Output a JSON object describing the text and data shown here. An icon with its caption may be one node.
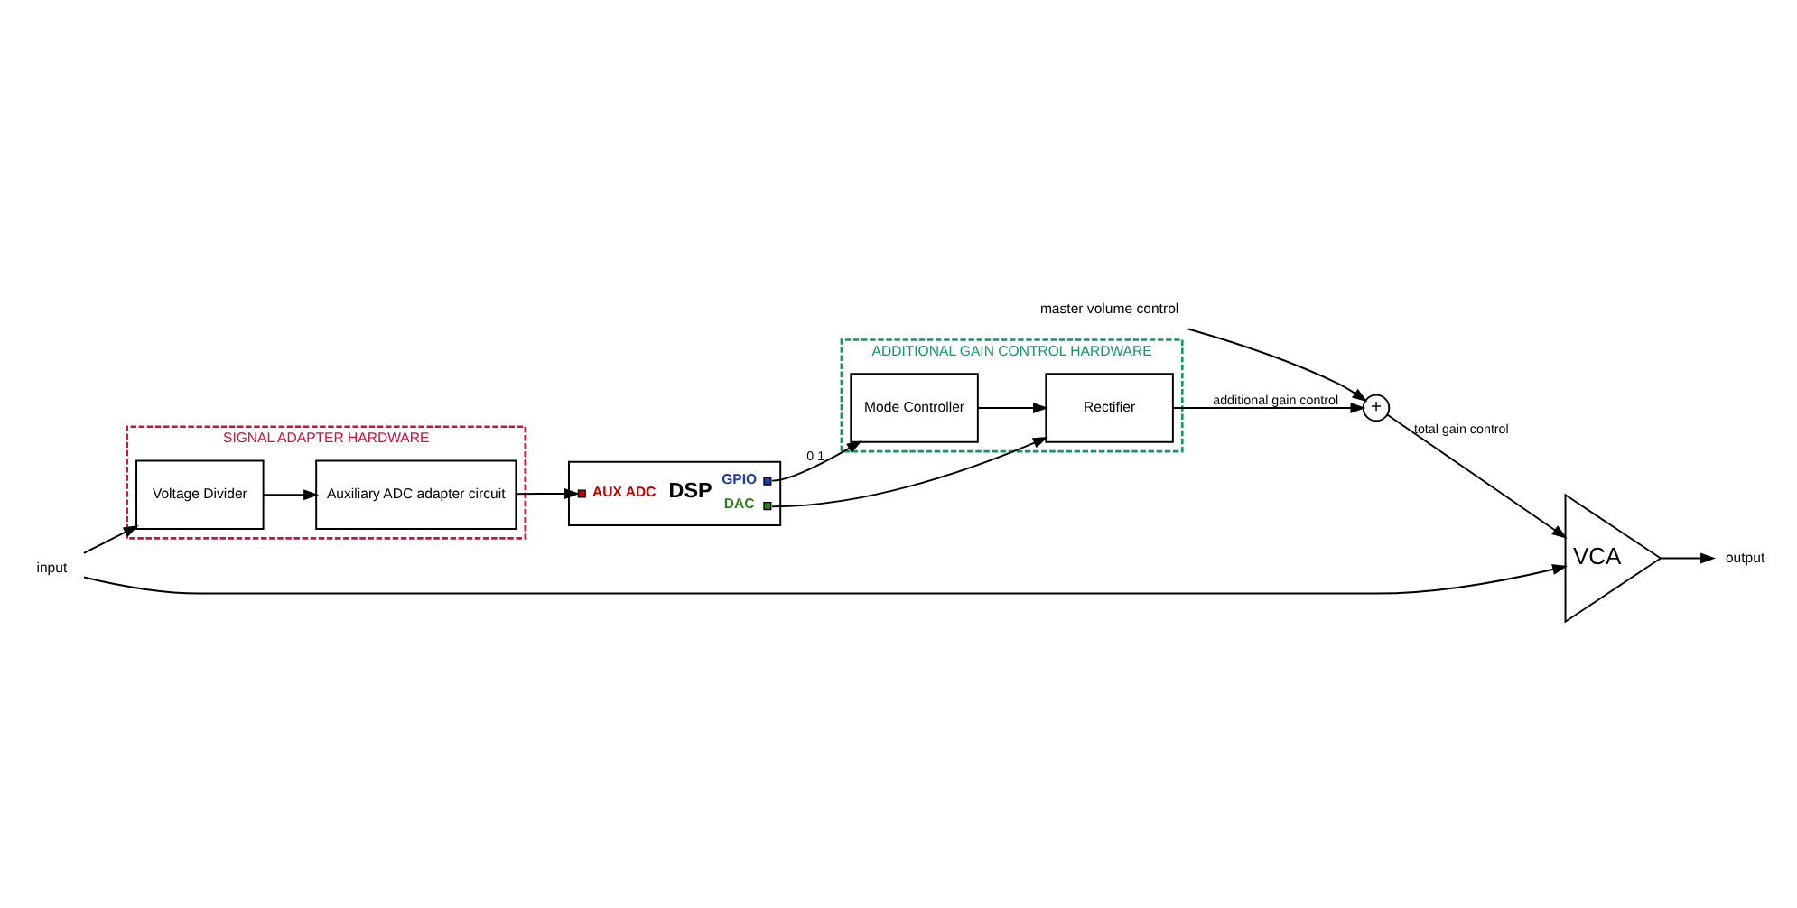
{
  "diagram": {
    "nodes": [
      {
        "text": [
          "SIGNAL ADAPTER HARDWARE"
        ]
      },
      {
        "text": [
          "Voltage Divider"
        ],
        "in": 0
      },
      {
        "text": [
          "Auxiliary ADC adapter circuit"
        ],
        "in": 0
      },
      {
        "text": [
          "AUX ADC",
          "DSP",
          "GPIO",
          "DAC"
        ]
      },
      {
        "text": [
          "ADDITIONAL GAIN CONTROL HARDWARE"
        ]
      },
      {
        "text": [
          "Mode Controller"
        ],
        "in": 4
      },
      {
        "text": [
          "Rectifier"
        ],
        "in": 4
      },
      {
        "text": [
          "master volume control"
        ]
      },
      {
        "text": [
          "+"
        ]
      },
      {
        "text": [
          "VCA"
        ]
      },
      {
        "text": [
          "input"
        ]
      },
      {
        "text": [
          "output"
        ]
      }
    ],
    "edges": [
      {
        "from": 10,
        "to": 1,
        "arrow": "to"
      },
      {
        "from": 10,
        "to": 9,
        "arrow": "to"
      },
      {
        "from": 1,
        "to": 2,
        "arrow": "to"
      },
      {
        "from": 2,
        "to": 3,
        "arrow": "to"
      },
      {
        "from": 3,
        "to": 5,
        "arrow": "to",
        "label": "0 1"
      },
      {
        "from": 3,
        "to": 6,
        "arrow": "to"
      },
      {
        "from": 5,
        "to": 6,
        "arrow": "to"
      },
      {
        "from": 6,
        "to": 8,
        "arrow": "to",
        "label": "additional gain control"
      },
      {
        "from": 7,
        "to": 8,
        "arrow": "to"
      },
      {
        "from": 8,
        "to": 9,
        "arrow": "to",
        "label": "total gain control"
      },
      {
        "from": 9,
        "to": 11,
        "arrow": "to"
      }
    ]
  }
}
